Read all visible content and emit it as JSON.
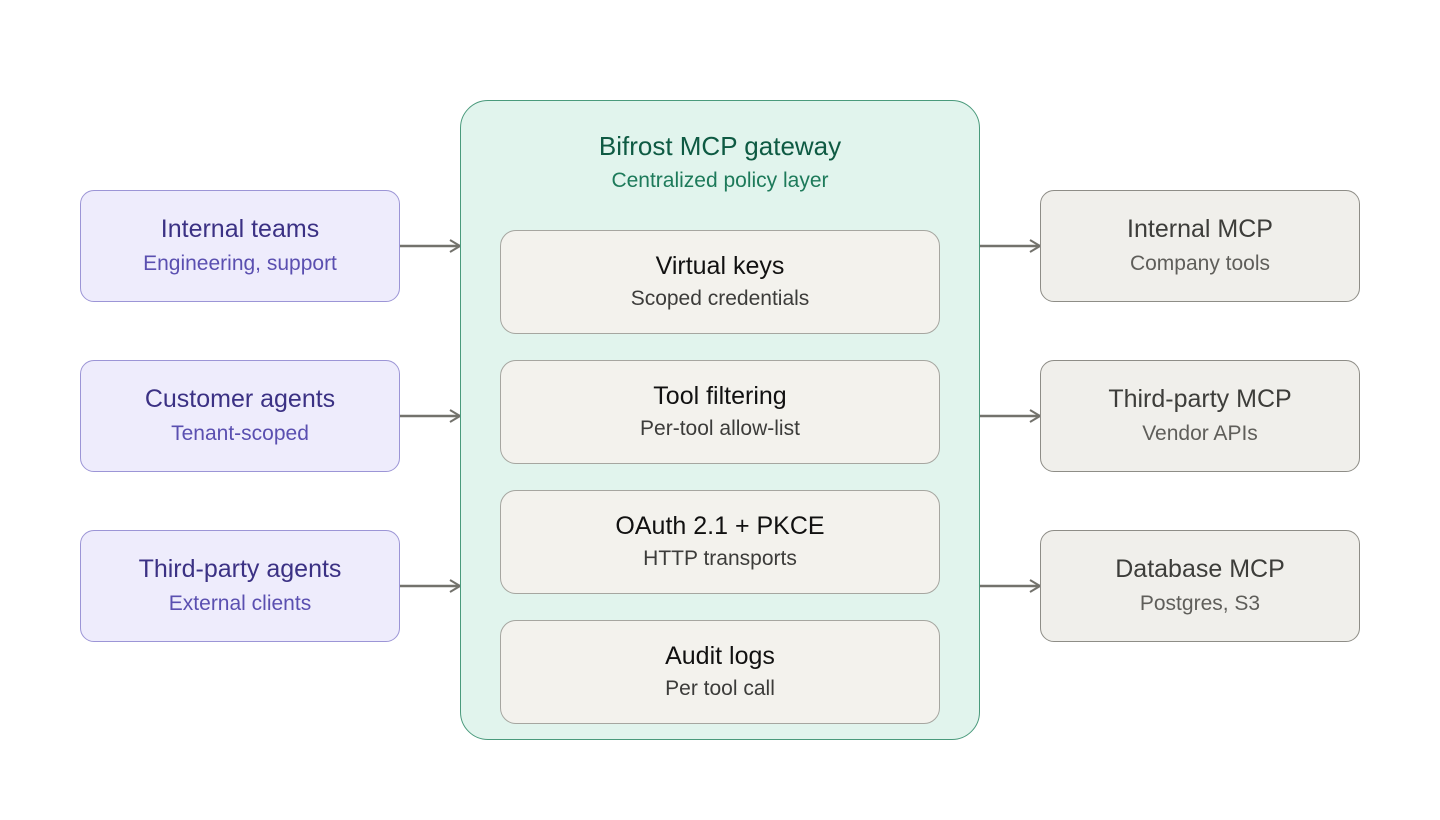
{
  "gateway": {
    "title": "Bifrost MCP gateway",
    "subtitle": "Centralized policy layer",
    "features": [
      {
        "title": "Virtual keys",
        "subtitle": "Scoped credentials"
      },
      {
        "title": "Tool filtering",
        "subtitle": "Per-tool allow-list"
      },
      {
        "title": "OAuth 2.1 + PKCE",
        "subtitle": "HTTP transports"
      },
      {
        "title": "Audit logs",
        "subtitle": "Per tool call"
      }
    ]
  },
  "clients": [
    {
      "title": "Internal teams",
      "subtitle": "Engineering, support"
    },
    {
      "title": "Customer agents",
      "subtitle": "Tenant-scoped"
    },
    {
      "title": "Third-party agents",
      "subtitle": "External clients"
    }
  ],
  "servers": [
    {
      "title": "Internal MCP",
      "subtitle": "Company tools"
    },
    {
      "title": "Third-party MCP",
      "subtitle": "Vendor APIs"
    },
    {
      "title": "Database MCP",
      "subtitle": "Postgres, S3"
    }
  ],
  "colors": {
    "client_fill": "#eeecfc",
    "gateway_fill": "#e1f4ed",
    "server_fill": "#f0efeb",
    "arrow": "#73726c"
  }
}
